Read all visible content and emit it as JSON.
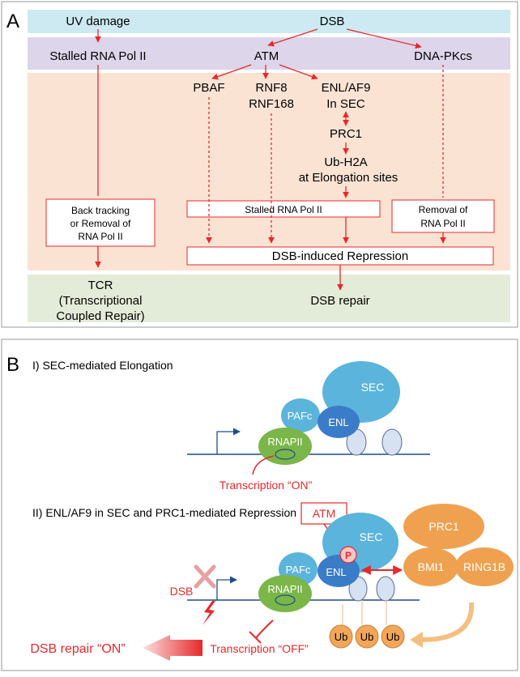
{
  "panel_a": {
    "label": "A",
    "uv_damage": "UV damage",
    "dsb": "DSB",
    "stalled_pol": "Stalled RNA Pol  II",
    "atm": "ATM",
    "dnapkcs": "DNA-PKcs",
    "pbaf": "PBAF",
    "rnf8": "RNF8",
    "rnf168": "RNF168",
    "enl_af9": "ENL/AF9",
    "in_sec": "In SEC",
    "prc1": "PRC1",
    "ub_h2a": "Ub-H2A",
    "at_elongation": "at Elongation sites",
    "backtrack_1": "Back tracking",
    "backtrack_2": "or Removal of",
    "backtrack_3": "RNA Pol II",
    "stalled_pol_box": "Stalled RNA Pol II",
    "removal_1": "Removal of",
    "removal_2": "RNA Pol  II",
    "dsb_repression": "DSB-induced Repression",
    "tcr_1": "TCR",
    "tcr_2": "(Transcriptional",
    "tcr_3": "Coupled Repair)",
    "dsb_repair": "DSB repair"
  },
  "panel_b": {
    "label": "B",
    "title_1": "I)   SEC-mediated Elongation",
    "sec": "SEC",
    "pafc": "PAFc",
    "enl": "ENL",
    "rnapii": "RNAPII",
    "transcription_on": "Transcription “ON”",
    "title_2": "II)  ENL/AF9 in SEC and PRC1-mediated Repression",
    "atm": "ATM",
    "p": "P",
    "prc1": "PRC1",
    "bmi1": "BMI1",
    "ring1b": "RING1B",
    "dsb": "DSB",
    "ub": "Ub",
    "dsb_repair_on": "DSB repair “ON”",
    "transcription_off": "Transcription “OFF”"
  },
  "colors": {
    "red": "#e8282b",
    "band_blue": "#cde9f2",
    "band_purple": "#ddd5ea",
    "band_peach": "#fbe3d4",
    "band_green": "#e3ecd9",
    "sec_blue": "#5ab4dc",
    "rnapii_green": "#7ab648",
    "prc1_orange": "#f0a150"
  }
}
